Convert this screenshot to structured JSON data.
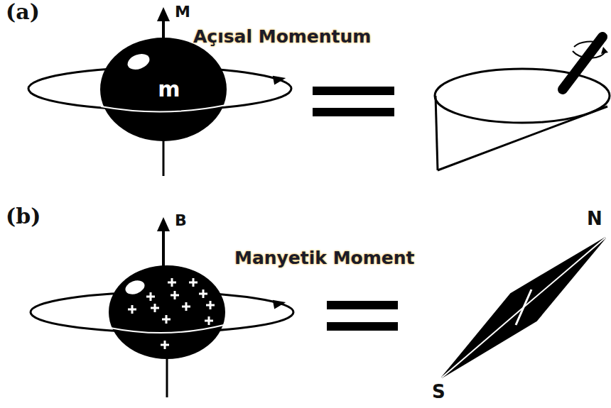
{
  "diagram": {
    "nodes": [
      {
        "text": [
          "m"
        ]
      }
    ],
    "labels": [
      "(a)",
      "M",
      "Açısal Momentum",
      "(b)",
      "B",
      "Manyetik Moment",
      "N",
      "S"
    ]
  }
}
